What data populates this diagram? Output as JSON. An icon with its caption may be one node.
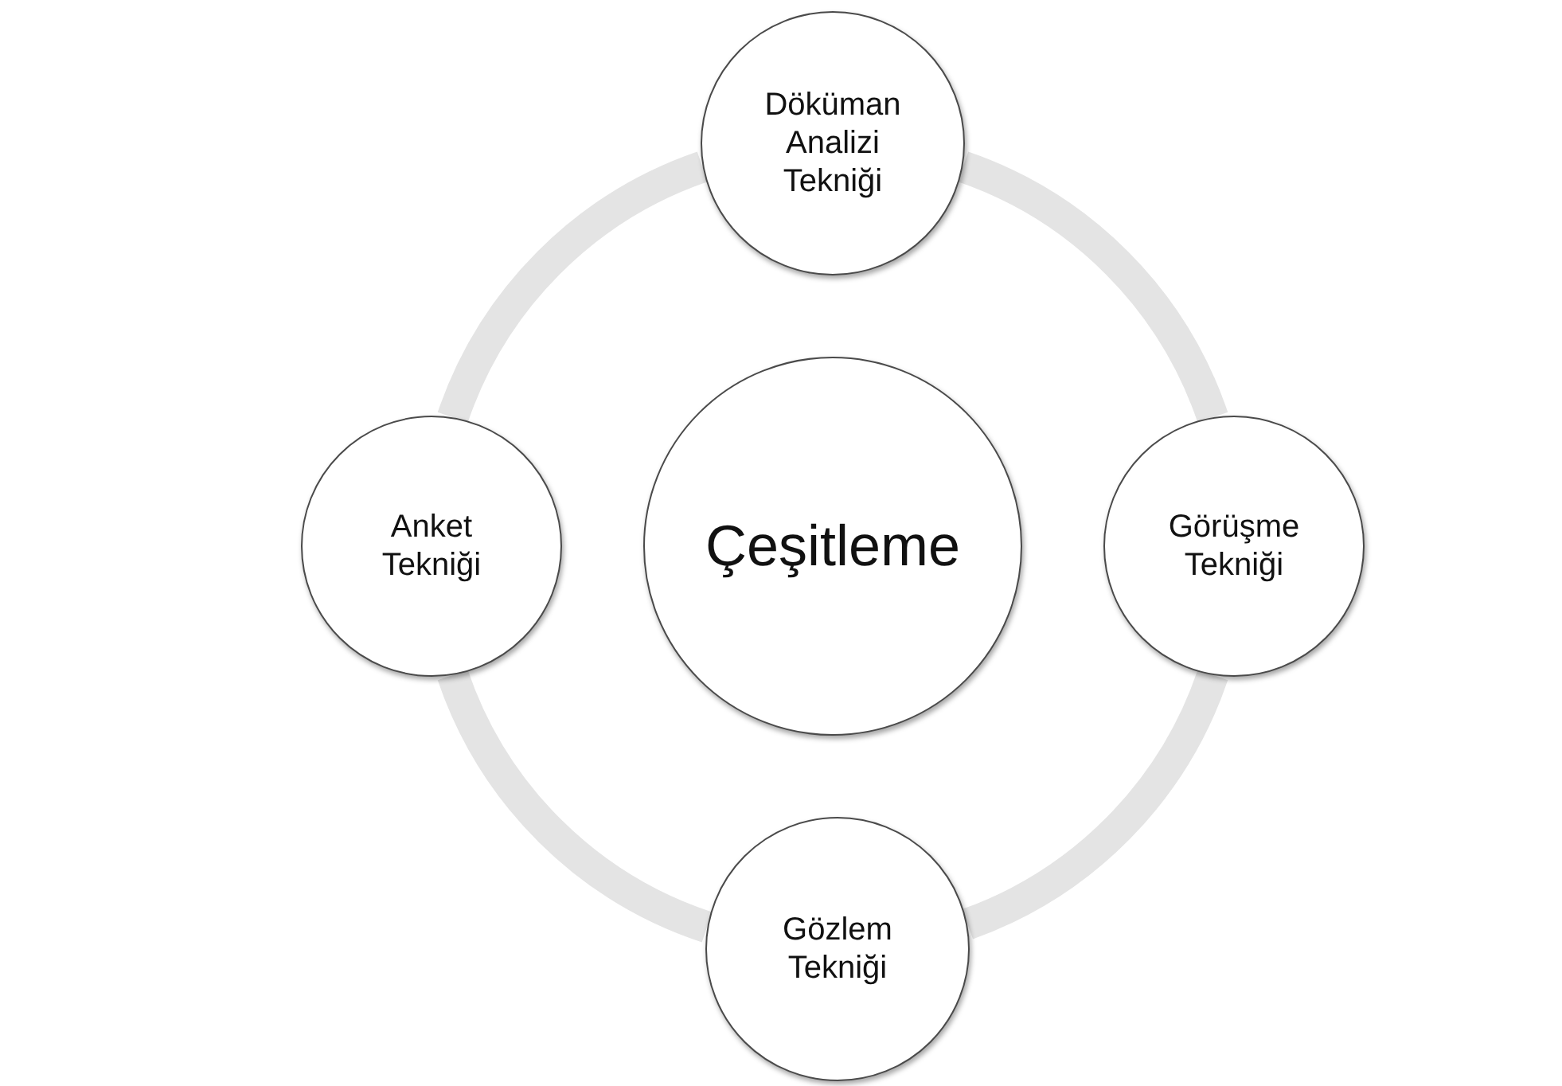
{
  "diagram": {
    "nodes": [
      {
        "text": [
          "Döküman Analizi Tekniği"
        ]
      },
      {
        "text": [
          "Anket Tekniği"
        ]
      },
      {
        "text": [
          "Çeşitleme"
        ]
      },
      {
        "text": [
          "Görüşme Tekniği"
        ]
      },
      {
        "text": [
          "Gözlem Tekniği"
        ]
      }
    ],
    "edges": [
      {
        "from": 0,
        "to": 3,
        "arrow": "none"
      },
      {
        "from": 3,
        "to": 4,
        "arrow": "none"
      },
      {
        "from": 4,
        "to": 1,
        "arrow": "none"
      },
      {
        "from": 1,
        "to": 0,
        "arrow": "none"
      }
    ]
  }
}
